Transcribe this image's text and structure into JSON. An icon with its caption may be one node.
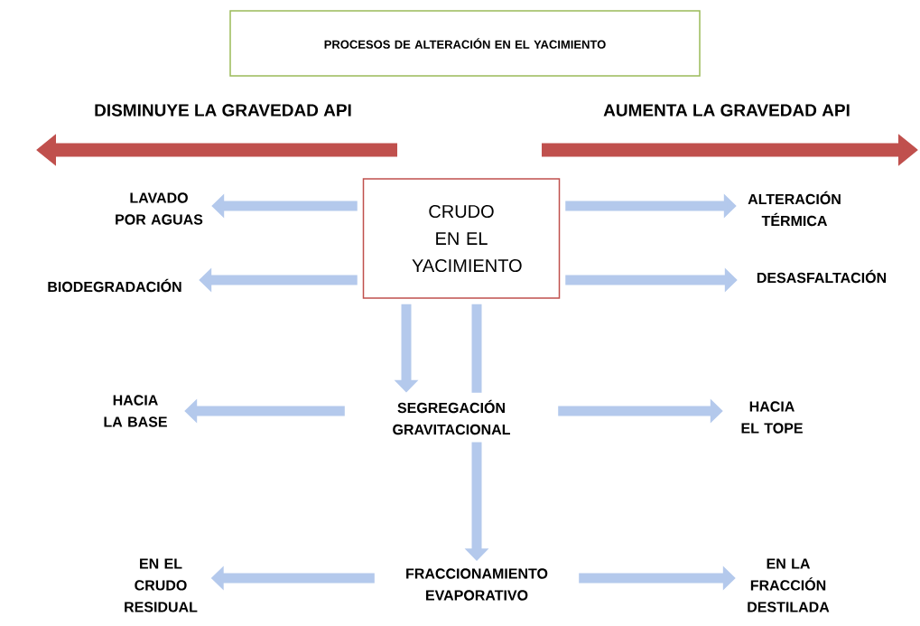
{
  "diagram": {
    "nodes": [
      {
        "text": [
          "PROCESOS DE ALTERACIÓN EN EL YACIMIENTO"
        ]
      },
      {
        "text": [
          "CRUDO EN EL YACIMIENTO"
        ]
      },
      {
        "text": [
          "LAVADO POR AGUAS"
        ]
      },
      {
        "text": [
          "ALTERACIÓN TÉRMICA"
        ]
      },
      {
        "text": [
          "BIODEGRADACIÓN"
        ]
      },
      {
        "text": [
          "DESASFALTACIÓN"
        ]
      },
      {
        "text": [
          "HACIA LA BASE"
        ]
      },
      {
        "text": [
          "SEGREGACIÓN GRAVITACIONAL"
        ]
      },
      {
        "text": [
          "HACIA EL TOPE"
        ]
      },
      {
        "text": [
          "EN EL CRUDO RESIDUAL"
        ]
      },
      {
        "text": [
          "FRACCIONAMIENTO EVAPORATIVO"
        ]
      },
      {
        "text": [
          "EN LA FRACCIÓN DESTILADA"
        ]
      }
    ],
    "edges": [
      {
        "from": 1,
        "to": 2,
        "arrow": "to"
      },
      {
        "from": 1,
        "to": 3,
        "arrow": "to"
      },
      {
        "from": 1,
        "to": 4,
        "arrow": "to"
      },
      {
        "from": 1,
        "to": 5,
        "arrow": "to"
      },
      {
        "from": 1,
        "to": 7,
        "arrow": "to"
      },
      {
        "from": 1,
        "to": 7,
        "arrow": "none"
      },
      {
        "from": 7,
        "to": 10,
        "arrow": "to"
      },
      {
        "from": 7,
        "to": 6,
        "arrow": "to"
      },
      {
        "from": 7,
        "to": 8,
        "arrow": "to"
      },
      {
        "from": 10,
        "to": 9,
        "arrow": "to"
      },
      {
        "from": 10,
        "to": 11,
        "arrow": "to"
      }
    ],
    "labels": [
      "DISMINUYE LA GRAVEDAD API",
      "AUMENTA LA GRAVEDAD API"
    ]
  }
}
